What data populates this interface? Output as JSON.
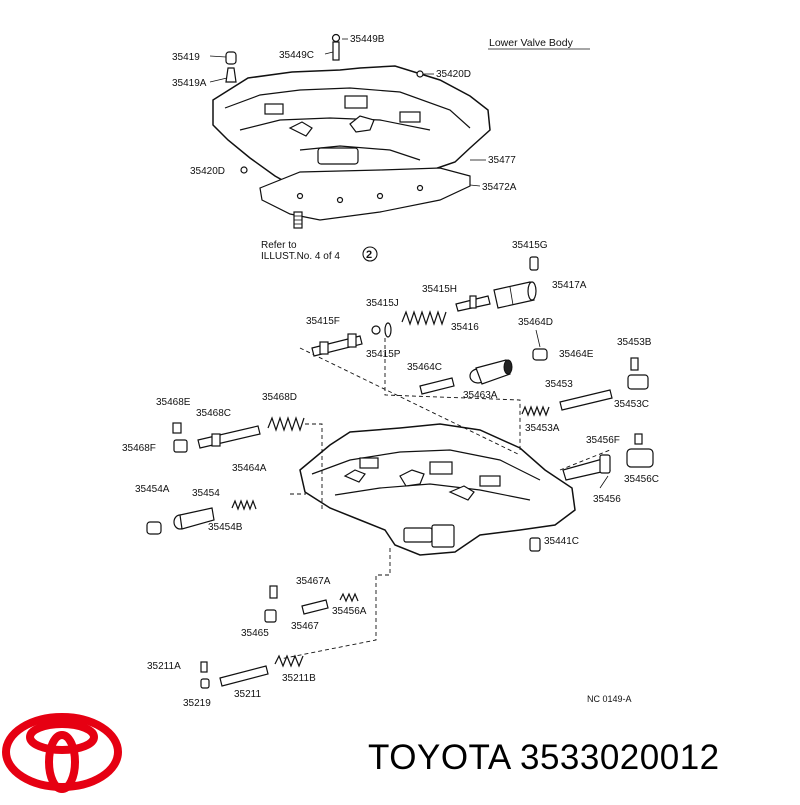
{
  "diagram": {
    "title": "Lower Valve Body",
    "refer_line1": "Refer to",
    "refer_line2": "ILLUST.No. 4 of 4",
    "refer_circle": "2",
    "drawing_code": "NC 0149-A",
    "labels": {
      "p35419": "35419",
      "p35419A": "35419A",
      "p35449C": "35449C",
      "p35449B": "35449B",
      "p35420D_top": "35420D",
      "p35420D_left": "35420D",
      "p35477": "35477",
      "p35472A": "35472A",
      "p35415G": "35415G",
      "p35415H": "35415H",
      "p35417A": "35417A",
      "p35415J": "35415J",
      "p35415F": "35415F",
      "p35416": "35416",
      "p35415P": "35415P",
      "p35464D": "35464D",
      "p35453B": "35453B",
      "p35464E": "35464E",
      "p35464C": "35464C",
      "p35463A": "35463A",
      "p35453": "35453",
      "p35453C": "35453C",
      "p35453A": "35453A",
      "p35468E": "35468E",
      "p35468D": "35468D",
      "p35468C": "35468C",
      "p35468F": "35468F",
      "p35456F": "35456F",
      "p35456C": "35456C",
      "p35464A": "35464A",
      "p35454A": "35454A",
      "p35454": "35454",
      "p35456": "35456",
      "p35454B": "35454B",
      "p35441C": "35441C",
      "p35467A": "35467A",
      "p35465": "35465",
      "p35467": "35467",
      "p35456A": "35456A",
      "p35211A": "35211A",
      "p35211B": "35211B",
      "p35211": "35211",
      "p35219": "35219"
    }
  },
  "brand": {
    "name": "TOYOTA",
    "part_number": "3533020012",
    "logo_color": "#e60012"
  }
}
